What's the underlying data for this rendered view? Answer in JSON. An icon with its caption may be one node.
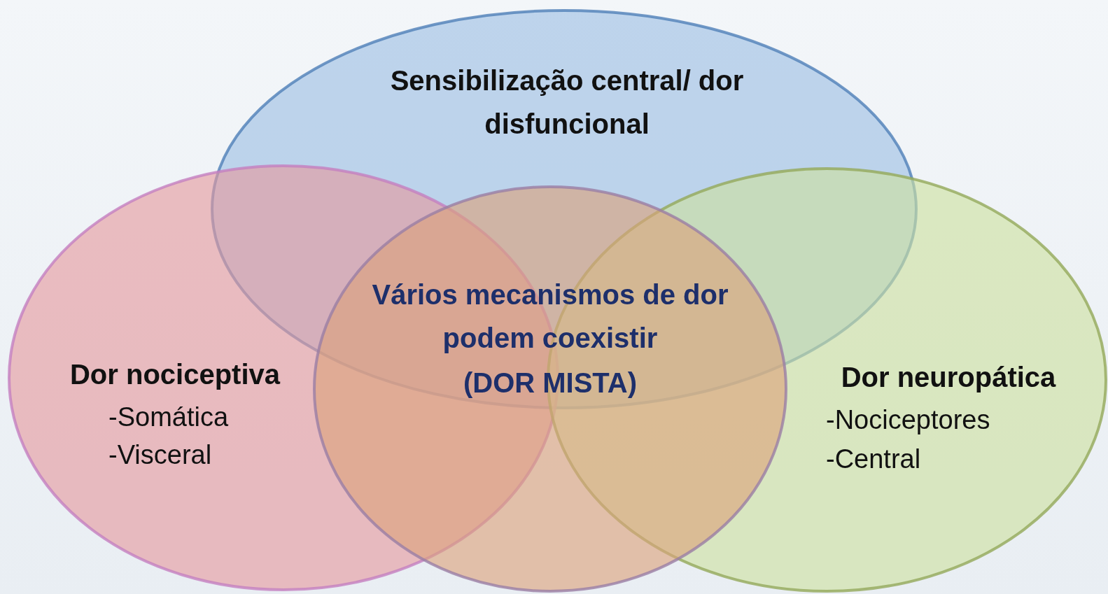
{
  "diagram": {
    "nodes": [
      {
        "text": [
          "Sensibilização central/ dor disfuncional"
        ]
      },
      {
        "text": [
          "Dor nociceptiva",
          "-Somática",
          "-Visceral"
        ]
      },
      {
        "text": [
          "Vários mecanismos de dor podem coexistir",
          "(DOR MISTA)"
        ]
      },
      {
        "text": [
          "Dor neuropática",
          "-Nociceptores",
          "-Central"
        ]
      }
    ],
    "edges": []
  }
}
